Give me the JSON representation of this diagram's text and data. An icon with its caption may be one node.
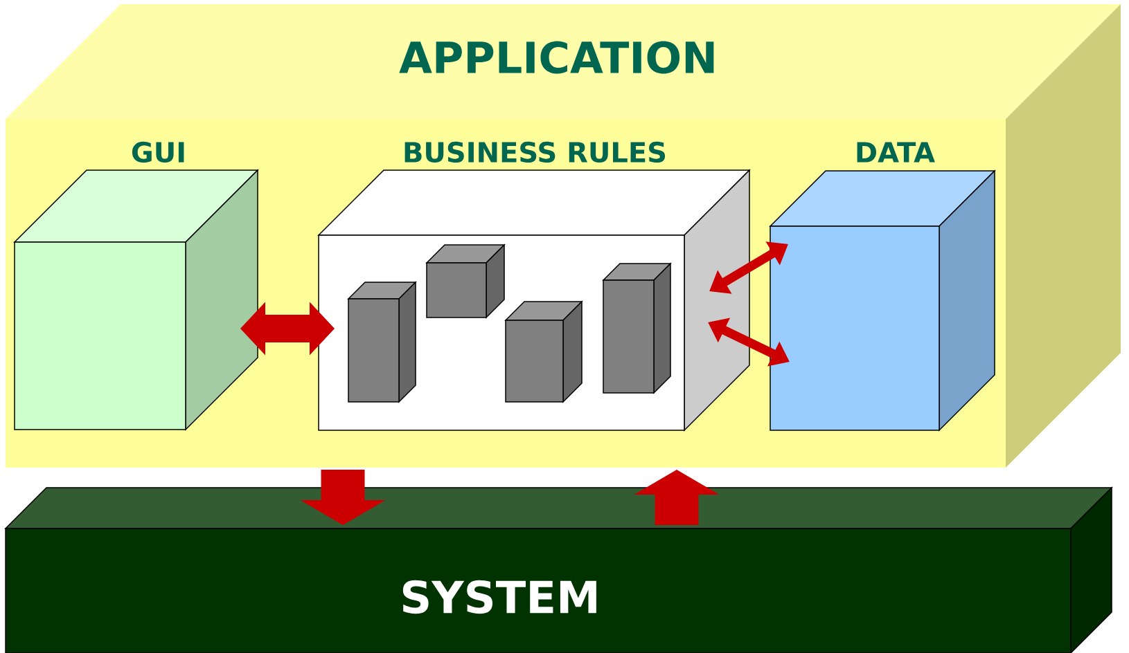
{
  "diagram": {
    "nodes": [
      {
        "text": [
          "APPLICATION"
        ]
      },
      {
        "text": [
          "GUI"
        ],
        "in": 0
      },
      {
        "text": [
          "BUSINESS RULES"
        ],
        "in": 0
      },
      {
        "text": [],
        "shape": "box",
        "in": 2
      },
      {
        "text": [],
        "shape": "box",
        "in": 2
      },
      {
        "text": [],
        "shape": "box",
        "in": 2
      },
      {
        "text": [],
        "shape": "box",
        "in": 2
      },
      {
        "text": [
          "DATA"
        ],
        "in": 0
      },
      {
        "text": [
          "SYSTEM"
        ]
      }
    ],
    "edges": [
      {
        "from": 1,
        "to": 2,
        "arrow": "both"
      },
      {
        "from": 2,
        "to": 7,
        "arrow": "both"
      },
      {
        "from": 2,
        "to": 7,
        "arrow": "both"
      },
      {
        "from": 0,
        "to": 8,
        "arrow": "to"
      },
      {
        "from": 8,
        "to": 0,
        "arrow": "to"
      }
    ]
  }
}
